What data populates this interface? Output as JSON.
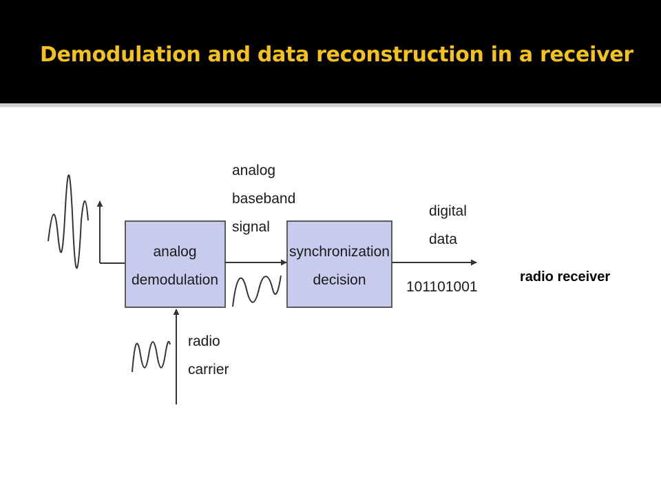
{
  "slide": {
    "title": "Demodulation and data reconstruction in a receiver"
  },
  "diagram": {
    "block_demod": {
      "line1": "analog",
      "line2": "demodulation"
    },
    "block_sync": {
      "line1": "synchronization",
      "line2": "decision"
    },
    "label_baseband": {
      "line1": "analog",
      "line2": "baseband",
      "line3": "signal"
    },
    "label_digital": {
      "line1": "digital",
      "line2": "data"
    },
    "bits": "101101001",
    "label_carrier": {
      "line1": "radio",
      "line2": "carrier"
    },
    "label_receiver": "radio receiver",
    "colors": {
      "block_fill": "#c9cbee",
      "block_stroke": "#5a5a5a",
      "line": "#333333",
      "title": "#f4c21b",
      "header_bg": "#000000"
    }
  }
}
